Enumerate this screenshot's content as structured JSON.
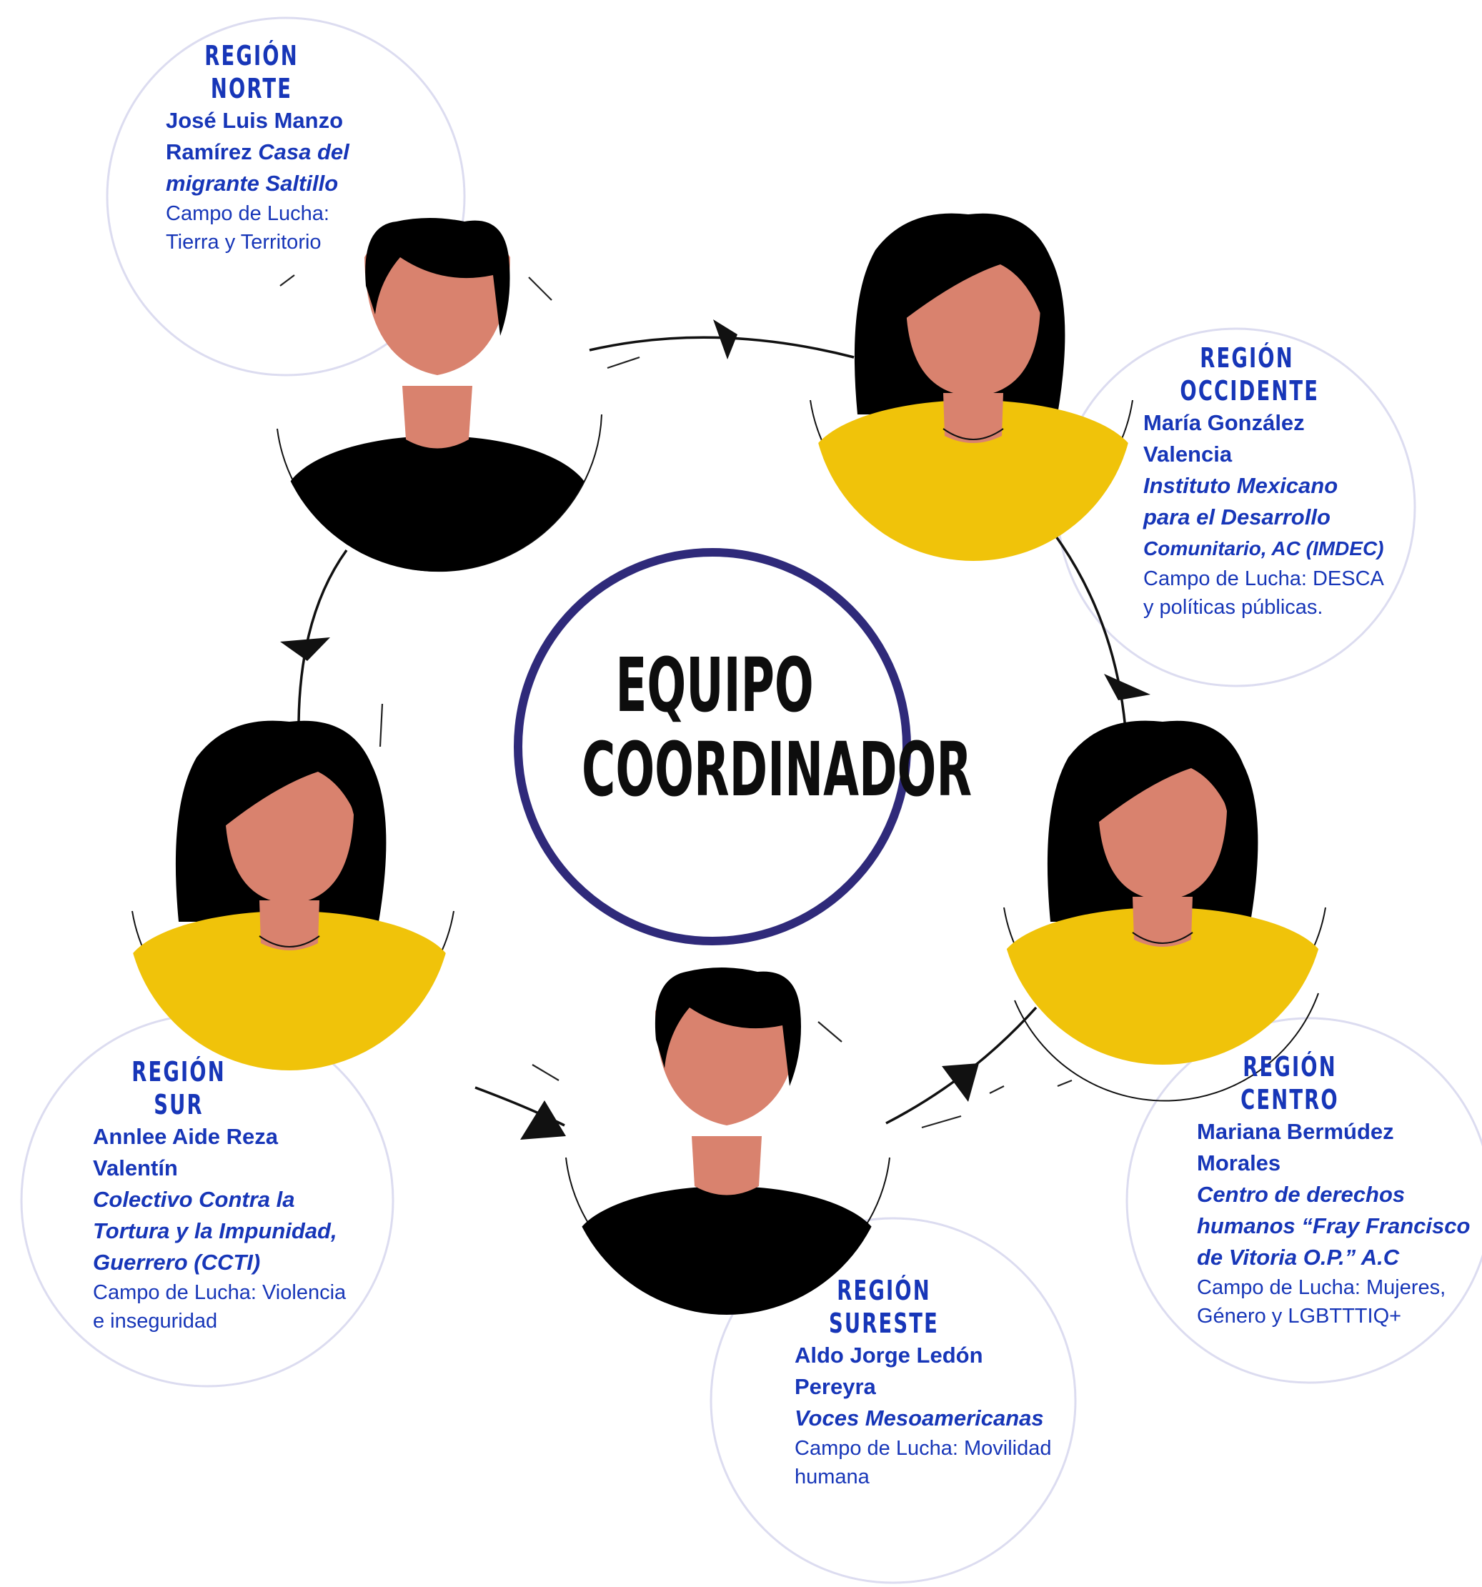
{
  "center": {
    "title": "EQUIPO\nCOORDINADOR"
  },
  "colors": {
    "text_blue": "#1736b8",
    "center_ring": "#2f2a7a",
    "bubble_outline": "#dcdcf0",
    "skin": "#d9826e",
    "hair": "#000000",
    "shirt_yellow": "#f0c30a",
    "shirt_black": "#000000"
  },
  "regions": [
    {
      "id": "norte",
      "title": "REGIÓN\nNORTE",
      "name_lines": [
        "José Luis Manzo",
        "Ramírez"
      ],
      "org_inline": "Casa del",
      "org_lines": [
        "migrante Saltillo"
      ],
      "field_lines": [
        "Campo de Lucha:",
        "Tierra y Territorio"
      ],
      "avatar": "man-black-shirt-icon"
    },
    {
      "id": "occidente",
      "title": "REGIÓN\nOCCIDENTE",
      "name_lines": [
        "María González",
        "Valencia"
      ],
      "org_lines": [
        "Instituto Mexicano",
        "para el Desarrollo",
        "Comunitario, AC (IMDEC)"
      ],
      "field_lines": [
        "Campo de Lucha: DESCA",
        "y políticas públicas."
      ],
      "avatar": "woman-yellow-shirt-icon"
    },
    {
      "id": "centro",
      "title": "REGIÓN\nCENTRO",
      "name_lines": [
        "Mariana Bermúdez",
        "Morales"
      ],
      "org_lines": [
        "Centro de derechos",
        "humanos “Fray Francisco",
        "de Vitoria O.P.” A.C"
      ],
      "field_lines": [
        "Campo de Lucha: Mujeres,",
        "Género y LGBTTTIQ+"
      ],
      "avatar": "woman-yellow-shirt-icon"
    },
    {
      "id": "sureste",
      "title": "REGIÓN\nSURESTE",
      "name_lines": [
        "Aldo Jorge Ledón",
        "Pereyra"
      ],
      "org_lines": [
        "Voces Mesoamericanas"
      ],
      "field_lines": [
        "Campo de Lucha: Movilidad",
        "humana"
      ],
      "avatar": "man-black-shirt-icon"
    },
    {
      "id": "sur",
      "title": "REGIÓN\nSUR",
      "name_lines": [
        "Annlee Aide Reza",
        "Valentín"
      ],
      "org_lines": [
        "Colectivo Contra la",
        "Tortura y la Impunidad,",
        "Guerrero (CCTI)"
      ],
      "field_lines": [
        "Campo de Lucha: Violencia",
        "e inseguridad"
      ],
      "avatar": "woman-yellow-shirt-icon"
    }
  ]
}
